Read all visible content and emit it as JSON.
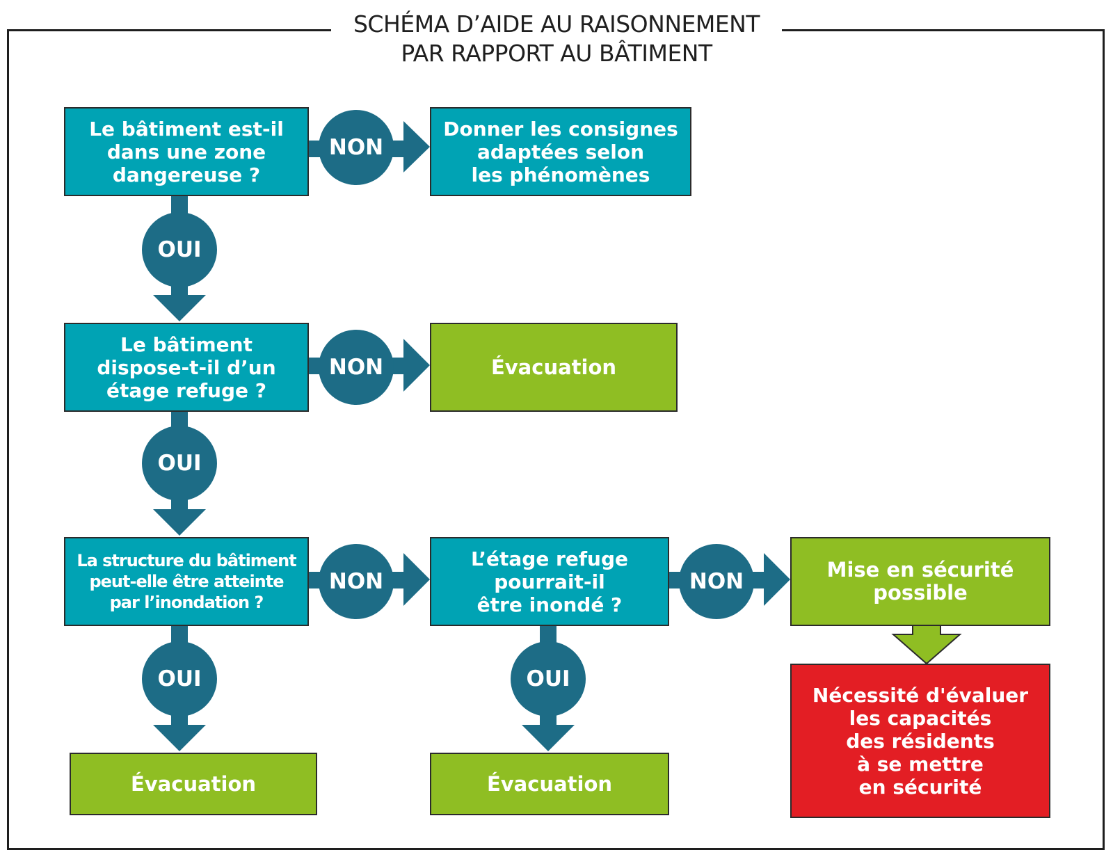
{
  "title": {
    "line1": "SCHÉMA D’AIDE AU RAISONNEMENT",
    "line2": "PAR RAPPORT AU BÂTIMENT"
  },
  "labels": {
    "no": "NON",
    "yes": "OUI"
  },
  "boxes": {
    "q1": "Le bâtiment est-il\ndans une zone\ndangereuse ?",
    "a1": "Donner les consignes\nadaptées selon\nles phénomènes",
    "q2": "Le bâtiment\ndispose-t-il d’un\nétage refuge ?",
    "a2": "Évacuation",
    "q3": "La structure du bâtiment\npeut-elle être atteinte\npar l’inondation ?",
    "q4": "L’étage refuge\npourrait-il\nêtre inondé ?",
    "a3": "Mise en sécurité\npossible",
    "a4": "Évacuation",
    "a5": "Évacuation",
    "a6": "Nécessité d'évaluer\nles capacités\ndes résidents\nà se mettre\nen sécurité"
  },
  "colors": {
    "question": "#00a3b4",
    "outcome": "#8fbe23",
    "alert": "#e31e24",
    "connector": "#1d6c86",
    "frame": "#1e1e1e"
  }
}
